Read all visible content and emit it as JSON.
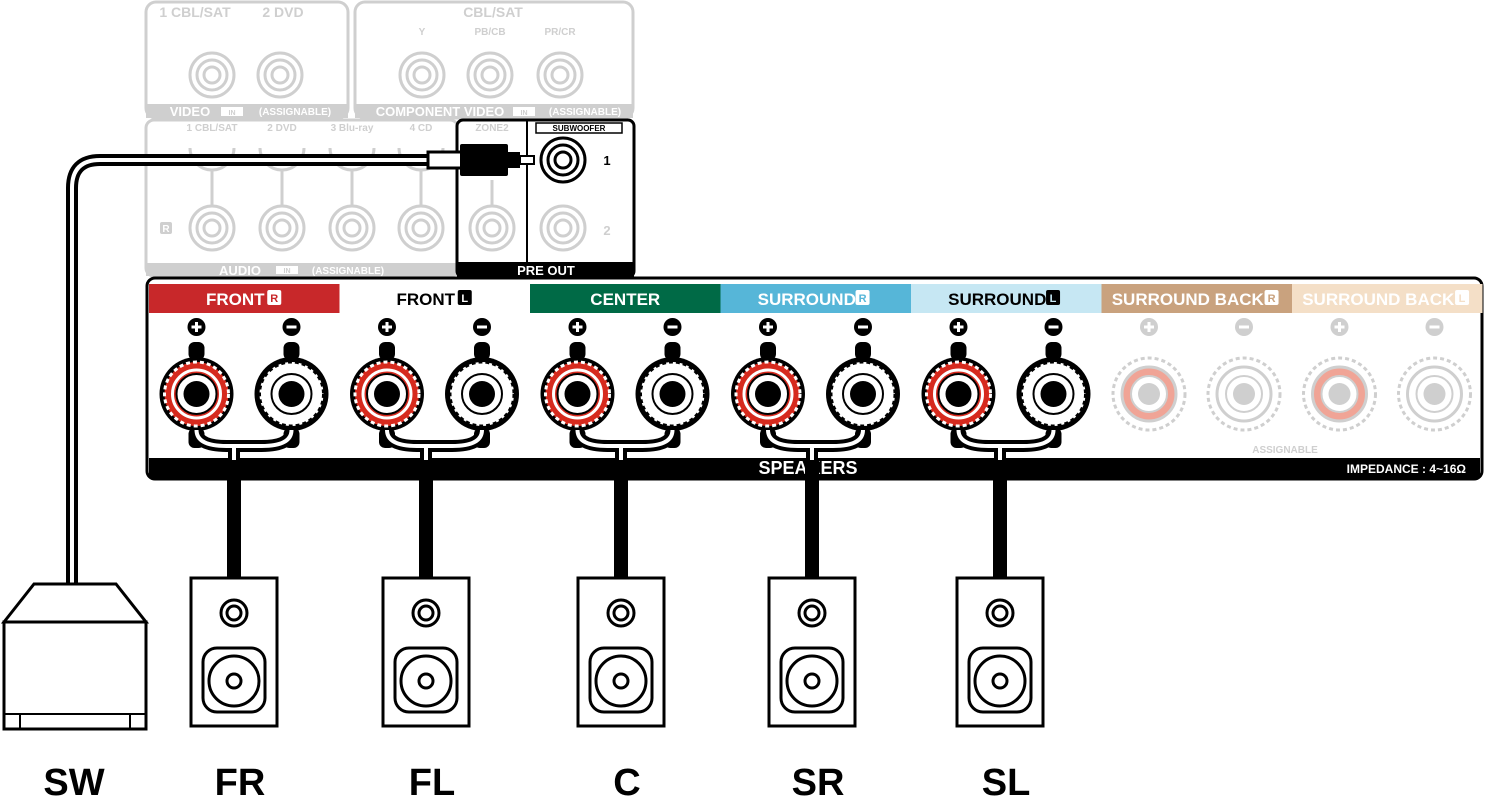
{
  "video_panel": {
    "inputs": [
      "1 CBL/SAT",
      "2 DVD"
    ],
    "label": "VIDEO",
    "in_badge": "IN",
    "assignable": "(ASSIGNABLE)"
  },
  "component_panel": {
    "title": "CBL/SAT",
    "jacks": [
      "Y",
      "PB/CB",
      "PR/CR"
    ],
    "label": "COMPONENT VIDEO",
    "in_badge": "IN",
    "assignable": "(ASSIGNABLE)"
  },
  "audio_panel": {
    "inputs": [
      "1 CBL/SAT",
      "2 DVD",
      "3 Blu-ray",
      "4 CD"
    ],
    "r_marker": "R",
    "label": "AUDIO",
    "in_badge": "IN",
    "assignable": "(ASSIGNABLE)"
  },
  "preout_panel": {
    "zone_label": "ZONE2",
    "subwoofer_label": "SUBWOOFER",
    "sub1": "1",
    "sub2": "2",
    "label": "PRE OUT"
  },
  "speaker_panel": {
    "channels": [
      {
        "label": "FRONT",
        "badge": "R",
        "bg": "#c8282a",
        "fg": "#ffffff"
      },
      {
        "label": "FRONT",
        "badge": "L",
        "bg": "#ffffff",
        "fg": "#000000"
      },
      {
        "label": "CENTER",
        "badge": "",
        "bg": "#006a46",
        "fg": "#ffffff"
      },
      {
        "label": "SURROUND",
        "badge": "R",
        "bg": "#56b6d8",
        "fg": "#ffffff"
      },
      {
        "label": "SURROUND",
        "badge": "L",
        "bg": "#c6e7f3",
        "fg": "#000000"
      },
      {
        "label": "SURROUND BACK",
        "badge": "R",
        "bg": "#c9a27e",
        "fg": "#ffffff"
      },
      {
        "label": "SURROUND BACK",
        "badge": "L",
        "bg": "#f4dfc7",
        "fg": "#ffffff"
      }
    ],
    "plus_symbol": "+",
    "minus_symbol": "−",
    "assignable": "ASSIGNABLE",
    "speakers_label": "SPEAKERS",
    "impedance": "IMPEDANCE : 4~16Ω"
  },
  "speaker_names": [
    "FR",
    "FL",
    "C",
    "SR",
    "SL"
  ],
  "subwoofer_name": "SW",
  "colors": {
    "terminal_red": "#d62a1e",
    "faded_gray": "#cfcfcf",
    "faded_red": "#f0a496"
  }
}
